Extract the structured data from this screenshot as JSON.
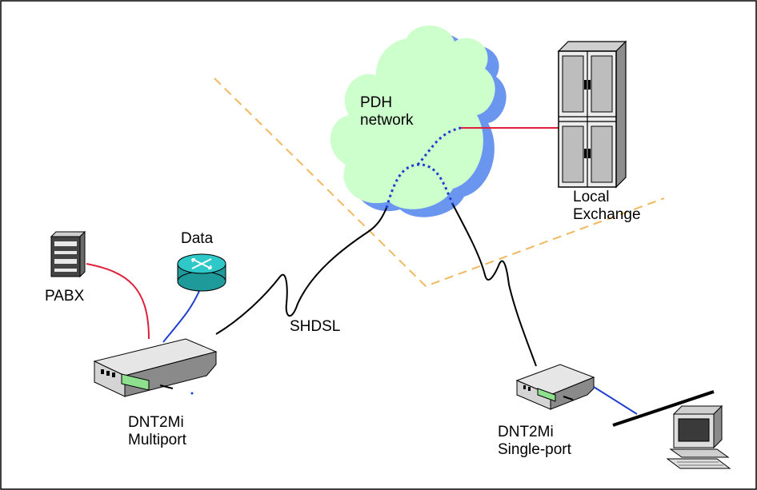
{
  "cloud": {
    "line1": "PDH",
    "line2": "network"
  },
  "exchange": {
    "line1": "Local",
    "line2": "Exchange"
  },
  "data_router": {
    "label": "Data"
  },
  "pabx": {
    "label": "PABX"
  },
  "link": {
    "label": "SHDSL"
  },
  "multiport": {
    "line1": "DNT2Mi",
    "line2": "Multiport"
  },
  "singleport": {
    "line1": "DNT2Mi",
    "line2": "Single-port"
  },
  "colors": {
    "cloud_fill": "#ccffcc",
    "cloud_shadow": "#6a96f0",
    "router_fill": "#2ec8c8",
    "red_link": "#e0203a",
    "blue_link": "#1f3fd0",
    "boundary_dash": "#f0b860",
    "device_body": "#d8d8d8",
    "lcd": "#8ee08e"
  }
}
